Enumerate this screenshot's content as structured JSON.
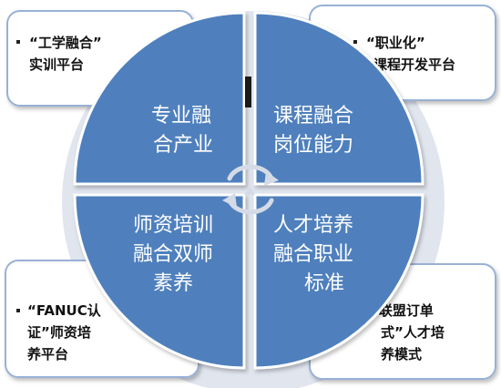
{
  "corners": {
    "top_left": {
      "lines": [
        "“工学融合”",
        "实训平台"
      ]
    },
    "top_right": {
      "lines": [
        "“职业化”",
        "课程开发平台"
      ]
    },
    "bottom_left": {
      "lines": [
        "“FANUC认",
        "证”师资培",
        "养平台"
      ]
    },
    "bottom_right": {
      "lines": [
        "“联盟订单",
        "式”人才培",
        "养模式"
      ]
    }
  },
  "quadrants": {
    "top_left": {
      "lines": [
        "专业融",
        "合产业"
      ]
    },
    "top_right": {
      "lines": [
        "课程融合",
        "岗位能力"
      ]
    },
    "bottom_left": {
      "lines": [
        "师资培训",
        "融合双师",
        "素养"
      ]
    },
    "bottom_right": {
      "lines": [
        "人才培养",
        "融合职业",
        "标准"
      ]
    }
  },
  "colors": {
    "quadrant_fill": "#4f80bd",
    "quadrant_stroke": "#ffffff",
    "box_stroke": "#98b1d6",
    "back_disc": "#d9deea",
    "arrow": "#d5dbe6"
  }
}
